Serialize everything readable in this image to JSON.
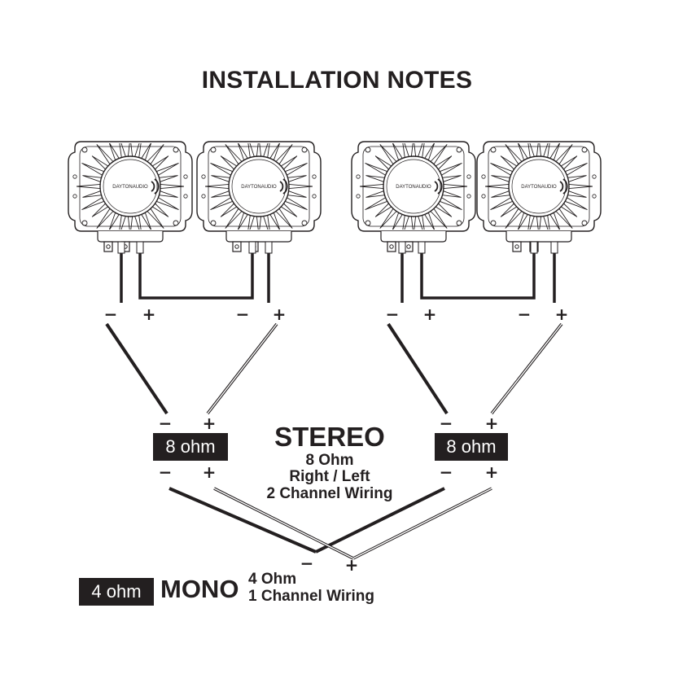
{
  "title": "INSTALLATION NOTES",
  "transducers": [
    {
      "brand": "DAYTONAUDIO"
    },
    {
      "brand": "DAYTONAUDIO"
    },
    {
      "brand": "DAYTONAUDIO"
    },
    {
      "brand": "DAYTONAUDIO"
    }
  ],
  "signs": {
    "minus": "−",
    "plus": "+"
  },
  "stereo": {
    "left_box": "8 ohm",
    "right_box": "8 ohm",
    "heading": "STEREO",
    "line1": "8 Ohm",
    "line2": "Right / Left",
    "line3": "2 Channel Wiring"
  },
  "mono": {
    "box": "4 ohm",
    "heading": "MONO",
    "line1": "4 Ohm",
    "line2": "1 Channel Wiring"
  },
  "colors": {
    "ink": "#231f20",
    "background": "#ffffff"
  }
}
